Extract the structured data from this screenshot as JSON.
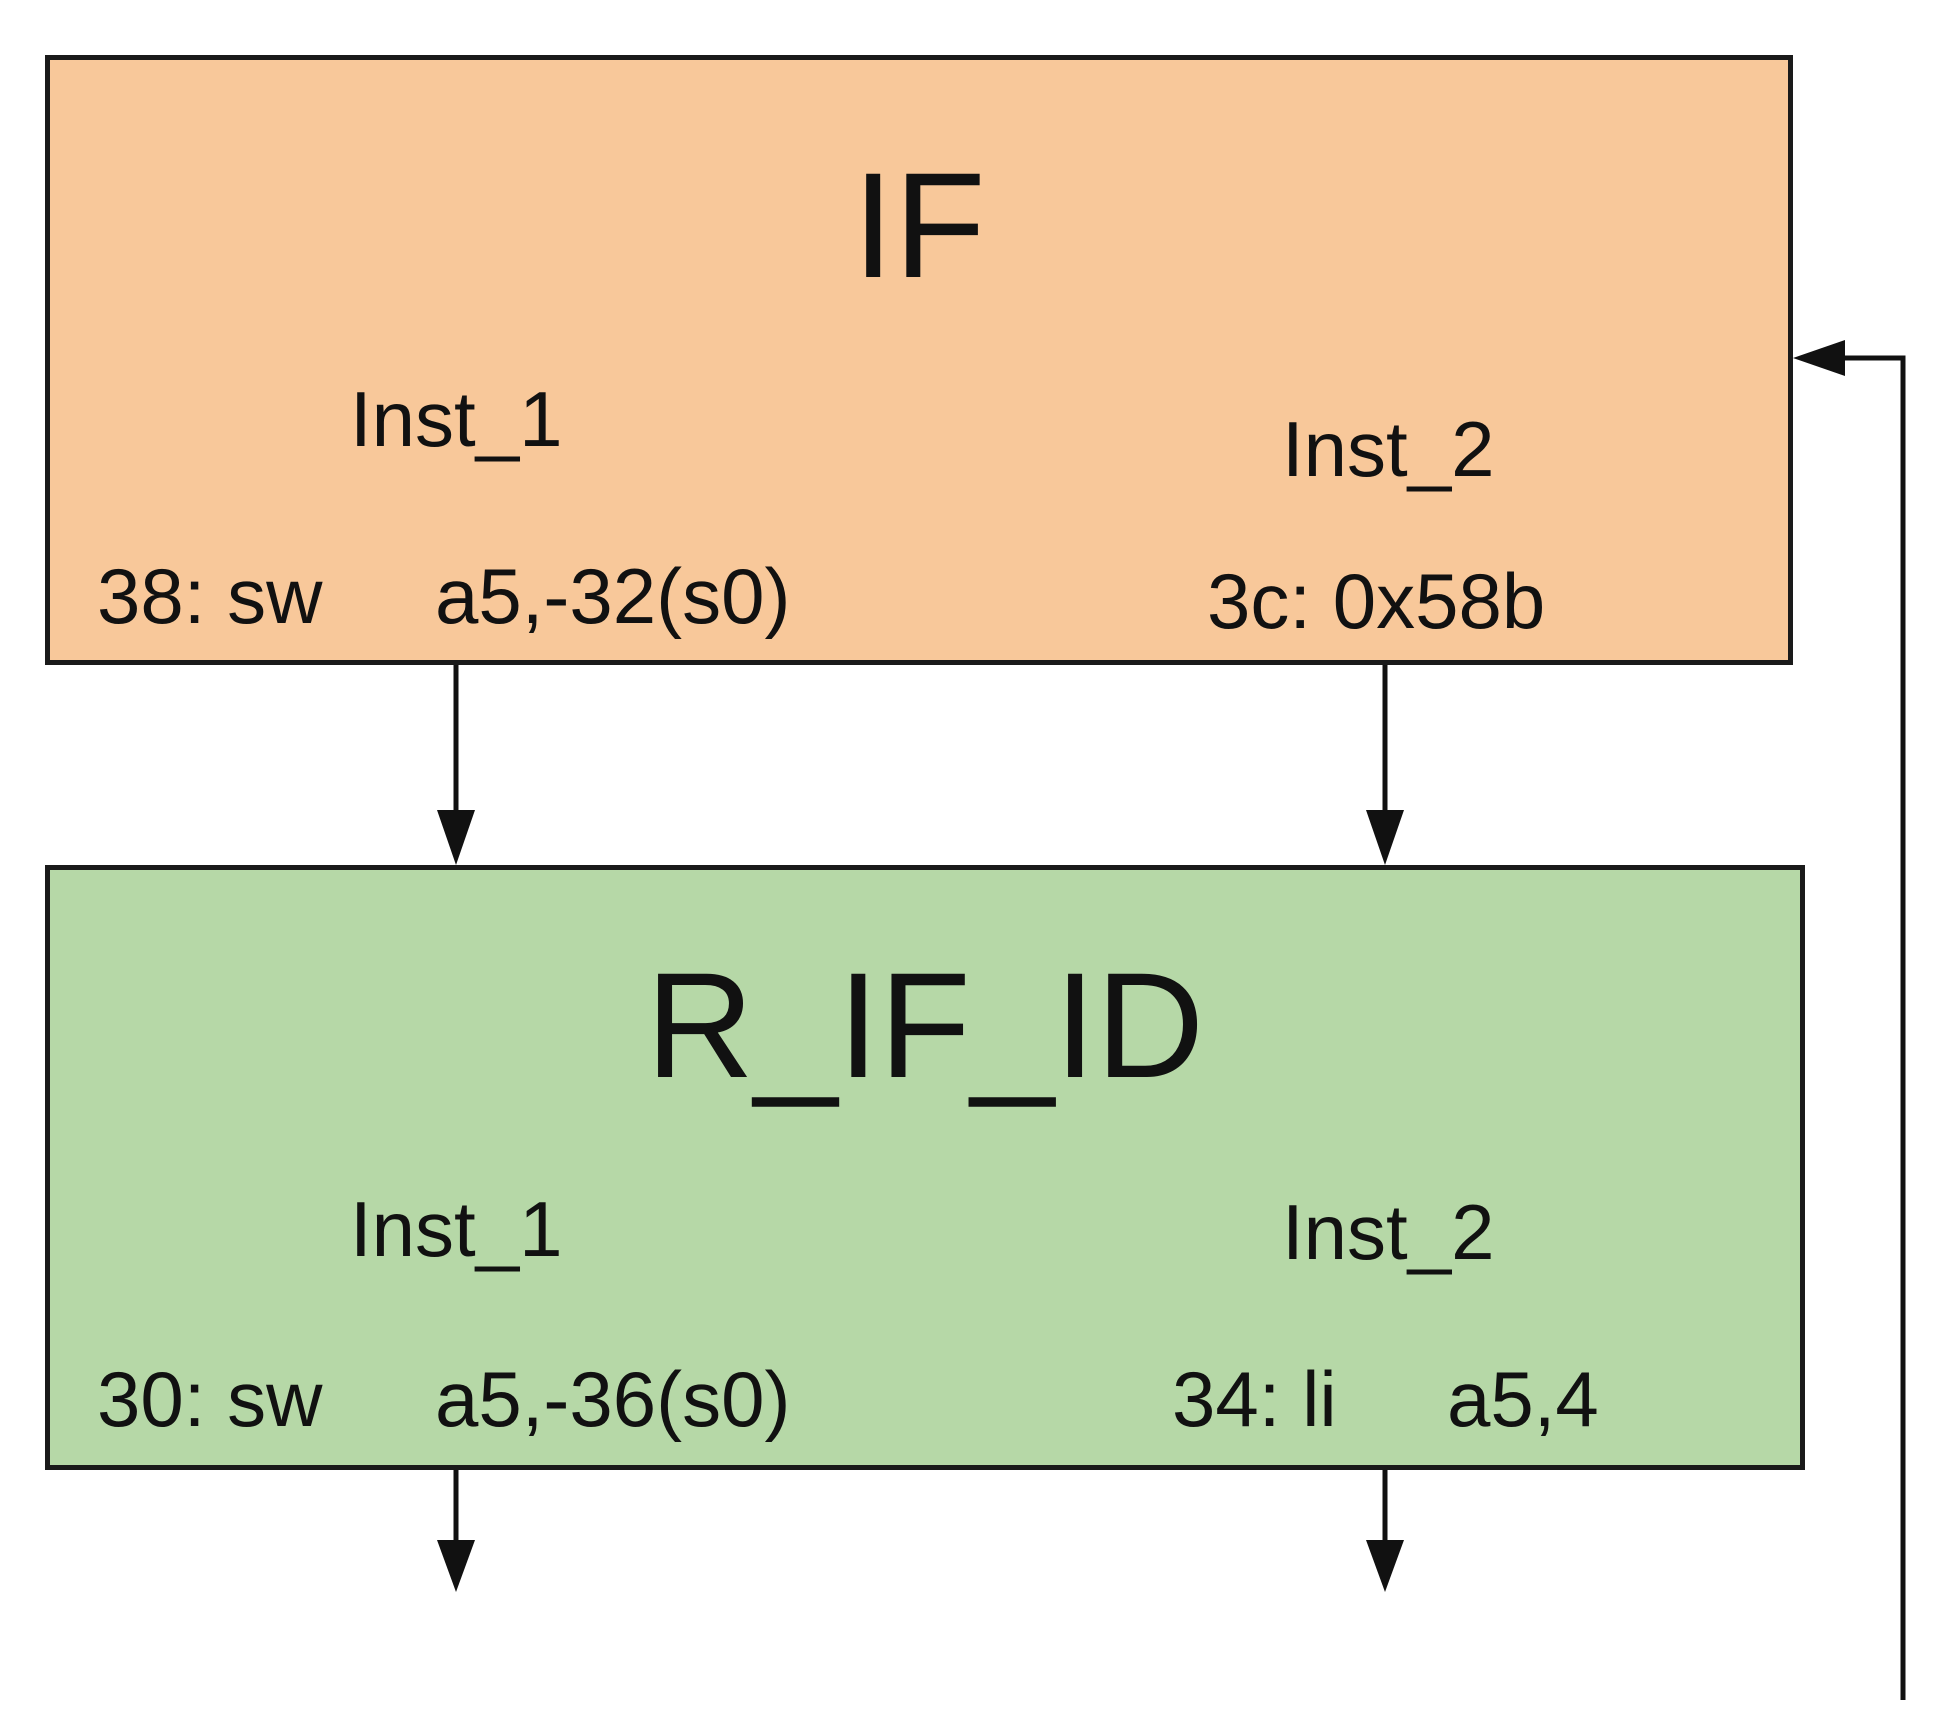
{
  "colors": {
    "if_fill": "#f8c89a",
    "rifid_fill": "#b6d8a7",
    "line": "#111111"
  },
  "if_stage": {
    "title": "IF",
    "slot1_label": "Inst_1",
    "slot2_label": "Inst_2",
    "inst1_addr_op": "38: sw",
    "inst1_args": "a5,-32(s0)",
    "inst2_text": "3c: 0x58b"
  },
  "rifid_stage": {
    "title": "R_IF_ID",
    "slot1_label": "Inst_1",
    "slot2_label": "Inst_2",
    "inst1_addr_op": "30: sw",
    "inst1_args": "a5,-36(s0)",
    "inst2_addr_op": "34: li",
    "inst2_args": "a5,4"
  }
}
